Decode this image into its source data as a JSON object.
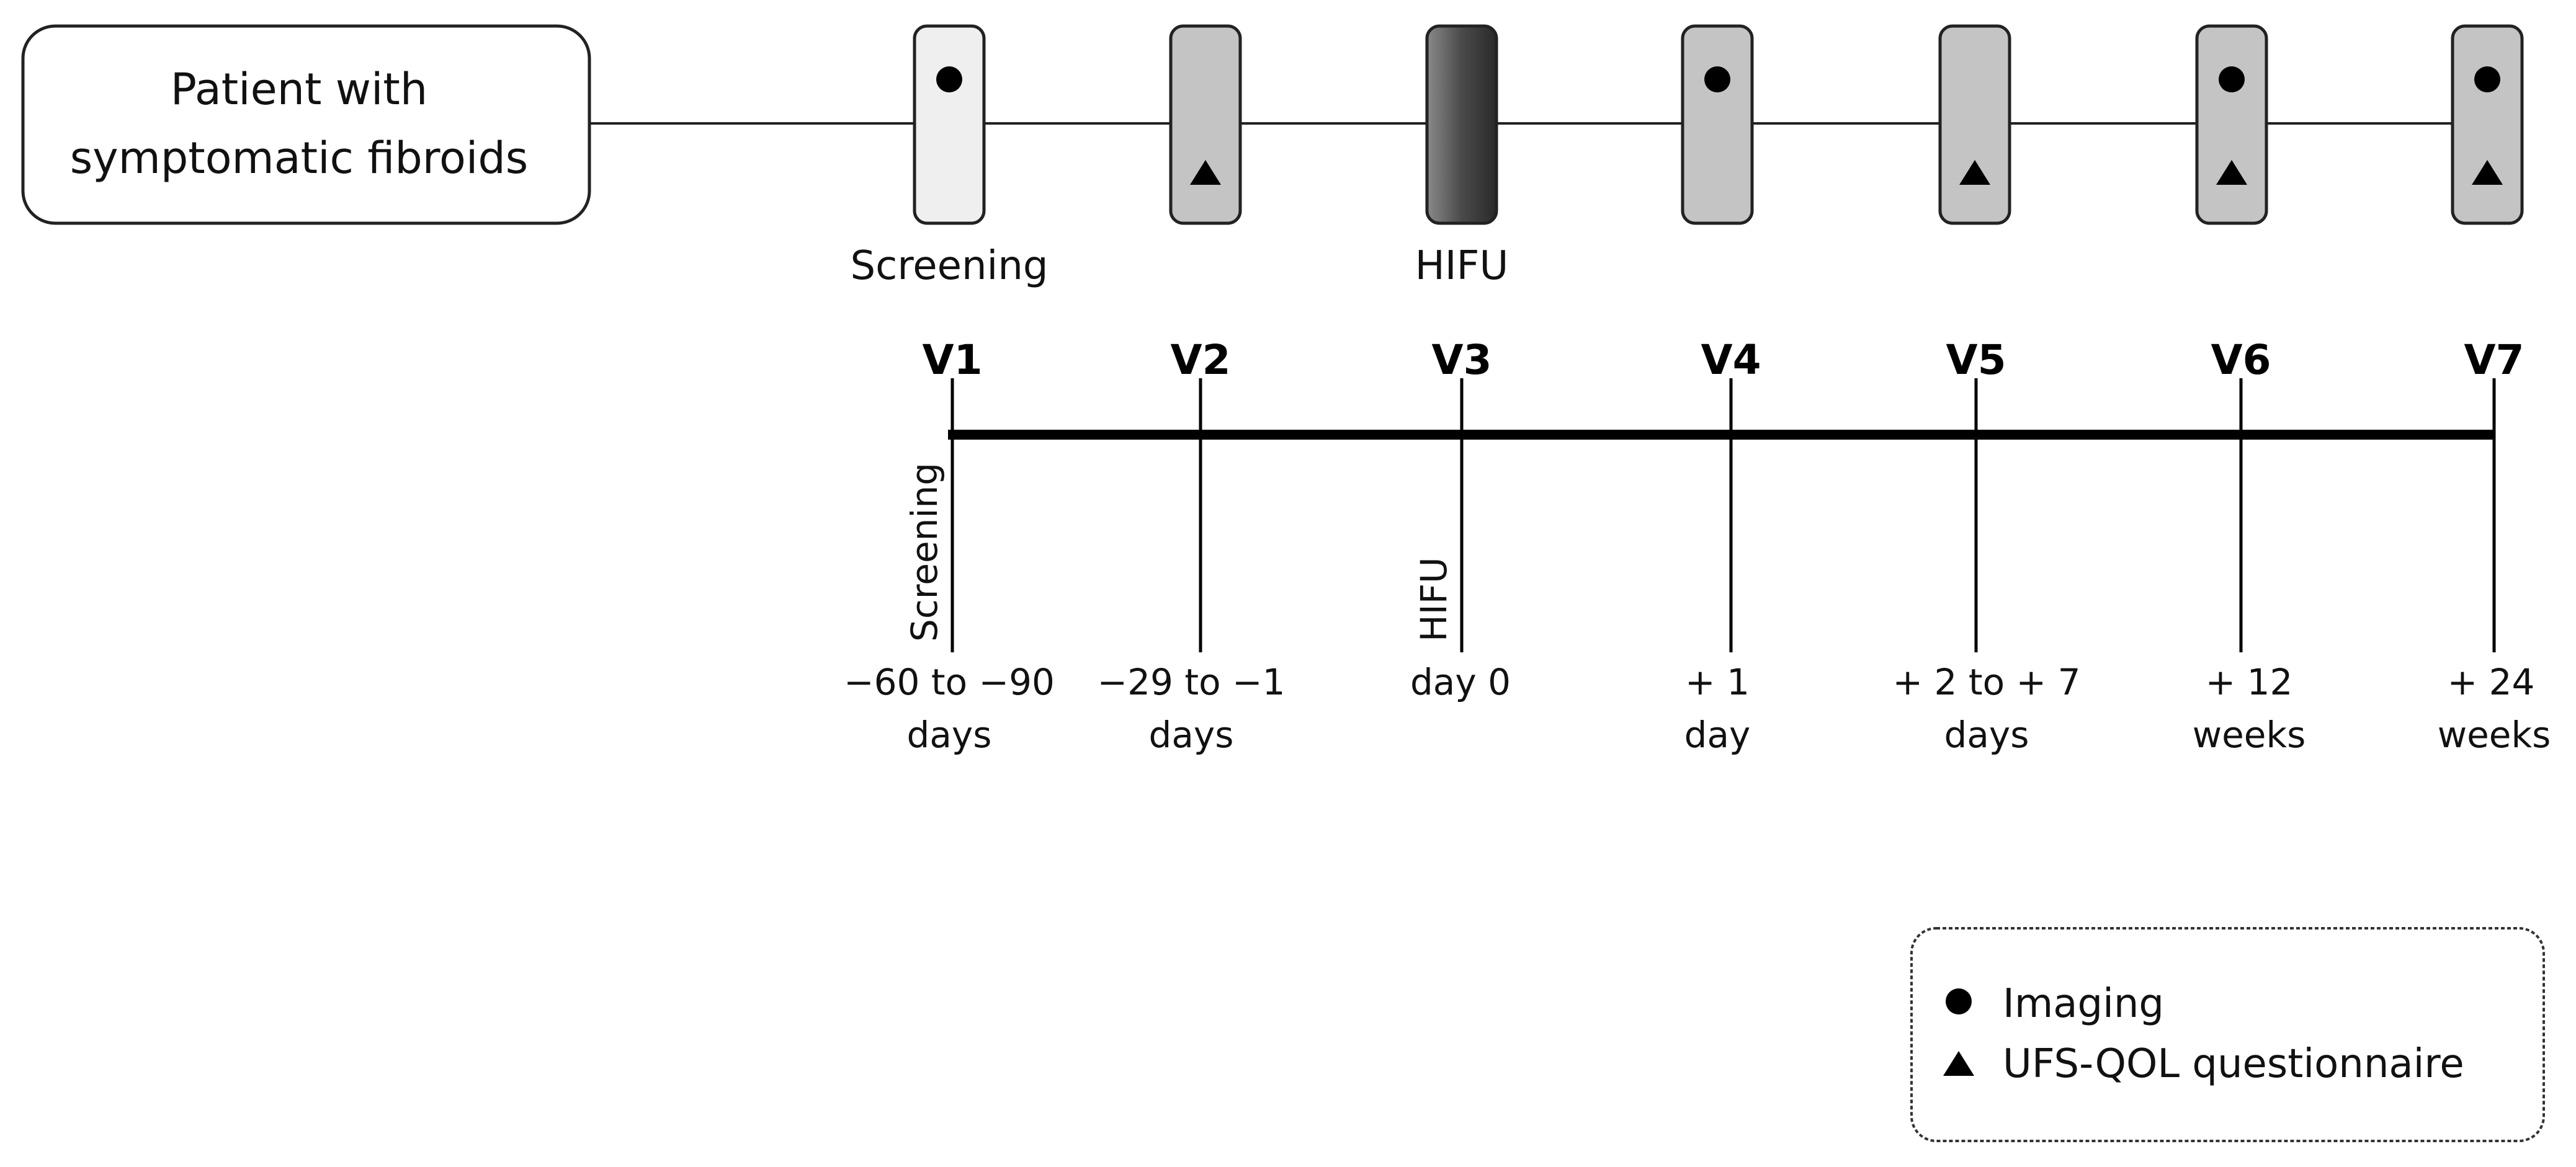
{
  "patient_box": {
    "line1": "Patient with",
    "line2": "symptomatic fibroids"
  },
  "flow": [
    {
      "id": "v1",
      "fill": "#efefef",
      "imaging": true,
      "questionnaire": false,
      "caption": "Screening"
    },
    {
      "id": "v2",
      "fill": "#c4c4c4",
      "imaging": false,
      "questionnaire": true,
      "caption": ""
    },
    {
      "id": "v3",
      "fill": "dark-gradient",
      "imaging": false,
      "questionnaire": false,
      "caption": "HIFU"
    },
    {
      "id": "v4",
      "fill": "#c4c4c4",
      "imaging": true,
      "questionnaire": false,
      "caption": ""
    },
    {
      "id": "v5",
      "fill": "#c4c4c4",
      "imaging": false,
      "questionnaire": true,
      "caption": ""
    },
    {
      "id": "v6",
      "fill": "#c4c4c4",
      "imaging": true,
      "questionnaire": true,
      "caption": ""
    },
    {
      "id": "v7",
      "fill": "#c4c4c4",
      "imaging": true,
      "questionnaire": true,
      "caption": ""
    }
  ],
  "timeline": [
    {
      "visit": "V1",
      "vertical_label": "Screening",
      "time_line1": "−60 to −90",
      "time_line2": "days"
    },
    {
      "visit": "V2",
      "vertical_label": "",
      "time_line1": "−29 to −1",
      "time_line2": "days"
    },
    {
      "visit": "V3",
      "vertical_label": "HIFU",
      "time_line1": "day 0",
      "time_line2": ""
    },
    {
      "visit": "V4",
      "vertical_label": "",
      "time_line1": "+ 1",
      "time_line2": "day"
    },
    {
      "visit": "V5",
      "vertical_label": "",
      "time_line1": "+ 2 to + 7",
      "time_line2": "days"
    },
    {
      "visit": "V6",
      "vertical_label": "",
      "time_line1": "+ 12",
      "time_line2": "weeks"
    },
    {
      "visit": "V7",
      "vertical_label": "",
      "time_line1": "+ 24",
      "time_line2": "weeks"
    }
  ],
  "legend": {
    "imaging_label": "Imaging",
    "questionnaire_label": "UFS-QOL questionnaire",
    "circle_icon": "filled-circle-icon",
    "triangle_icon": "filled-triangle-icon"
  }
}
